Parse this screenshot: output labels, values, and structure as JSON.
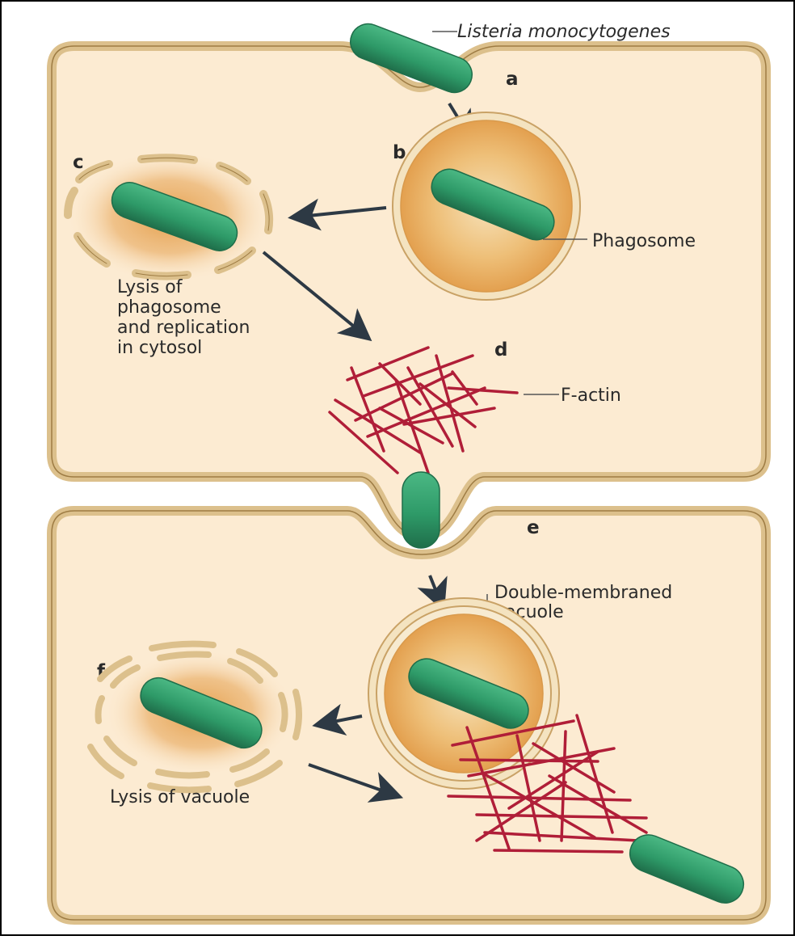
{
  "labels": {
    "bacterium": "Listeria monocytogenes",
    "phagosome": "Phagosome",
    "lysis_phagosome": [
      "Lysis of",
      "phagosome",
      "and replication",
      "in cytosol"
    ],
    "f_actin": "F-actin",
    "vacuole": [
      "Double-membraned",
      "vacuole"
    ],
    "lysis_vacuole": "Lysis of vacuole"
  },
  "steps": [
    "a",
    "b",
    "c",
    "d",
    "e",
    "f"
  ],
  "colors": {
    "cytoplasm": "#fcebd2",
    "membrane": "#dcc08c",
    "membrane_stroke": "#9e7c44",
    "bacterium": "#2e9a68",
    "bacterium_dark": "#1f6e4a",
    "vesicle": "#e9a954",
    "actin": "#b01e38",
    "arrow": "#2d3944"
  }
}
